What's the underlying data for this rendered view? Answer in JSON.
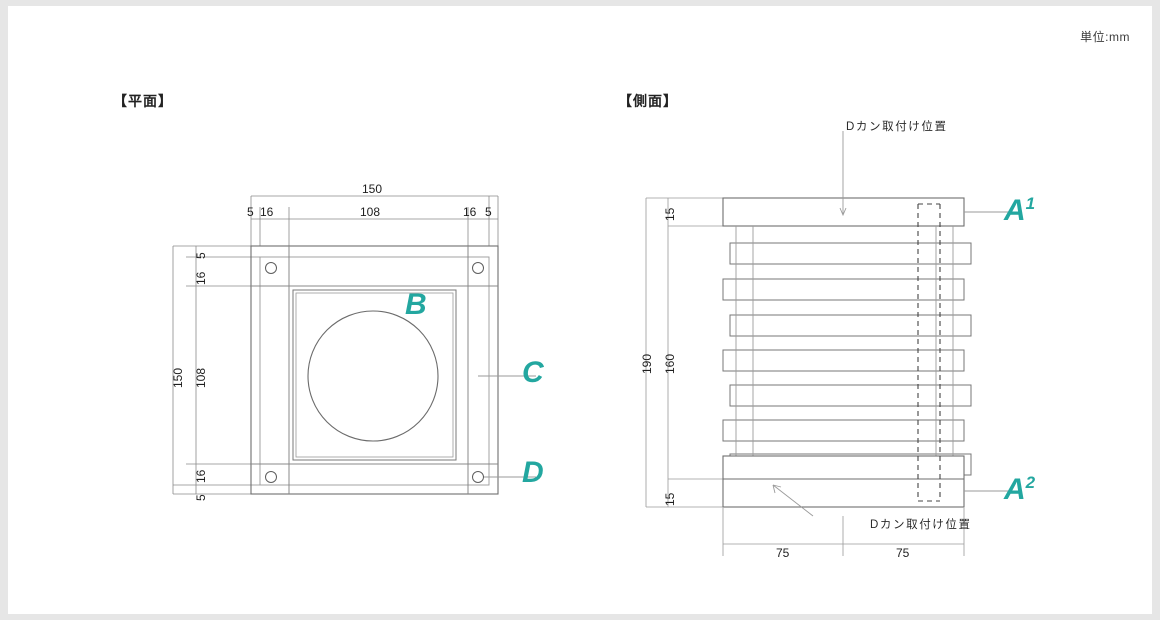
{
  "sheet": {
    "unit_note": "単位:mm",
    "background": "#ffffff",
    "page_background": "#e6e6e6",
    "accent_color": "#23a7a0",
    "line_color": "#555555"
  },
  "views": {
    "plan": {
      "title": "【平面】",
      "dimensions": {
        "top_overall": "150",
        "top_chain": [
          "5",
          "16",
          "108",
          "16",
          "5"
        ],
        "left_overall": "150",
        "left_chain": [
          "5",
          "16",
          "108",
          "16",
          "5"
        ]
      },
      "callouts": [
        {
          "label": "B",
          "sup": ""
        },
        {
          "label": "C",
          "sup": ""
        },
        {
          "label": "D",
          "sup": ""
        }
      ]
    },
    "side": {
      "title": "【側面】",
      "dimensions": {
        "left_overall": "190",
        "left_top_segment": "15",
        "left_middle_segment": "160",
        "left_bottom_segment": "15",
        "bottom_chain": [
          "75",
          "75"
        ]
      },
      "notes": {
        "top_note": "Dカン取付け位置",
        "bottom_note": "Dカン取付け位置"
      },
      "callouts": [
        {
          "label": "A",
          "sup": "1"
        },
        {
          "label": "A",
          "sup": "2"
        }
      ],
      "slat_count": 8
    }
  }
}
